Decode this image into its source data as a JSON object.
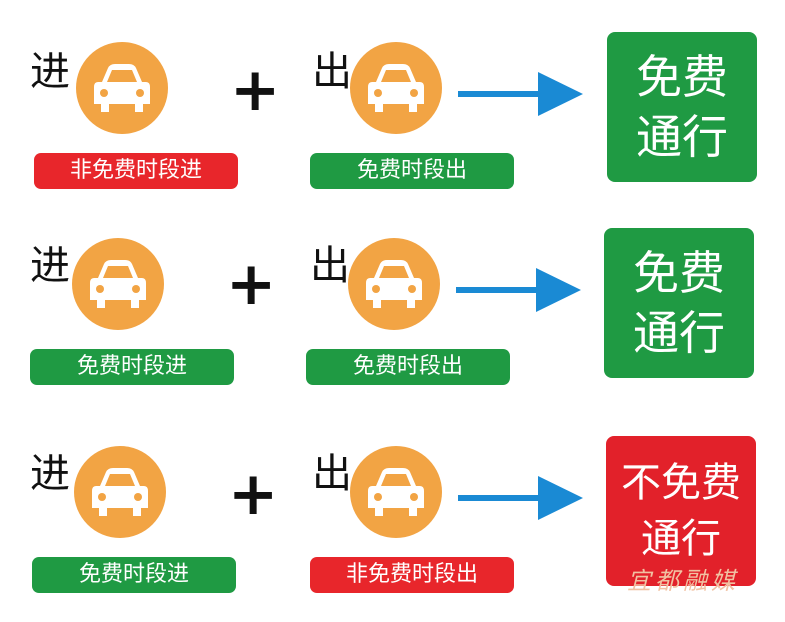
{
  "rows": [
    {
      "in_char": "进",
      "out_char": "出",
      "plus": "+",
      "in_tag": "非免费时段进",
      "out_tag": "免费时段出",
      "result_line1": "免费",
      "result_line2": "通行",
      "in_tag_color": "#e8262b",
      "out_tag_color": "#1f9a43",
      "result_color": "#1f9a43"
    },
    {
      "in_char": "进",
      "out_char": "出",
      "plus": "+",
      "in_tag": "免费时段进",
      "out_tag": "免费时段出",
      "result_line1": "免费",
      "result_line2": "通行",
      "in_tag_color": "#1f9a43",
      "out_tag_color": "#1f9a43",
      "result_color": "#1f9a43"
    },
    {
      "in_char": "进",
      "out_char": "出",
      "plus": "+",
      "in_tag": "免费时段进",
      "out_tag": "非免费时段出",
      "result_line1": "不免费",
      "result_line2": "通行",
      "in_tag_color": "#1f9a43",
      "out_tag_color": "#e8262b",
      "result_color": "#e2212a"
    }
  ],
  "colors": {
    "car_circle": "#f2a444",
    "arrow": "#1a8ad4",
    "green": "#1f9a43",
    "red": "#e8262b"
  },
  "icons": [
    "car-icon",
    "arrow-right-icon",
    "plus-sign"
  ],
  "watermark": "宜都融媒"
}
